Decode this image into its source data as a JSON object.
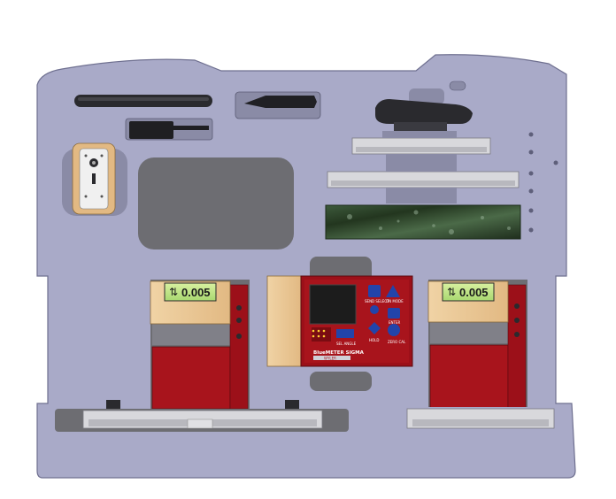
{
  "case": {
    "foam_color": "#a9aac8",
    "accent_red": "#a8141c",
    "wood_color": "#e8c89a"
  },
  "left_gauge": {
    "display_value": "0.005",
    "icon": "level-icon"
  },
  "right_gauge": {
    "display_value": "0.005",
    "icon": "level-icon"
  },
  "controller": {
    "brand_label": "BlueMETER SIGMA",
    "sub_label": "WYLER",
    "buttons": [
      {
        "label": "SEND SELECT"
      },
      {
        "label": "ON MODE"
      },
      {
        "label": "ENTER"
      },
      {
        "label": "HOLD"
      },
      {
        "label": "ZERO CAL"
      },
      {
        "label": "SEL ANGLE"
      }
    ]
  }
}
